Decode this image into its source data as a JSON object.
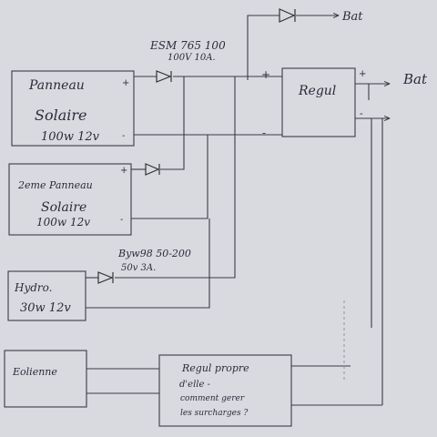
{
  "diode_top_label": "ESM 765 100",
  "diode_top_rating": "100V 10A.",
  "bat_top": "Bat",
  "bat_right": "Bat",
  "plus": "+",
  "minus": "-",
  "panel1": {
    "line1": "Panneau",
    "line2": "Solaire",
    "line3": "100w 12v"
  },
  "panel2": {
    "line1": "2eme Panneau",
    "line2": "Solaire",
    "line3": "100w 12v"
  },
  "hydro": {
    "line1": "Hydro.",
    "line2": "30w 12v"
  },
  "diode_hydro_label": "Byw98 50-200",
  "diode_hydro_rating": "50v 3A.",
  "regul": "Regul",
  "eolienne": "Eolienne",
  "regul2": {
    "line1": "Regul propre",
    "line2": "d'elle -",
    "line3": "comment gerer",
    "line4": "les surcharges ?"
  }
}
